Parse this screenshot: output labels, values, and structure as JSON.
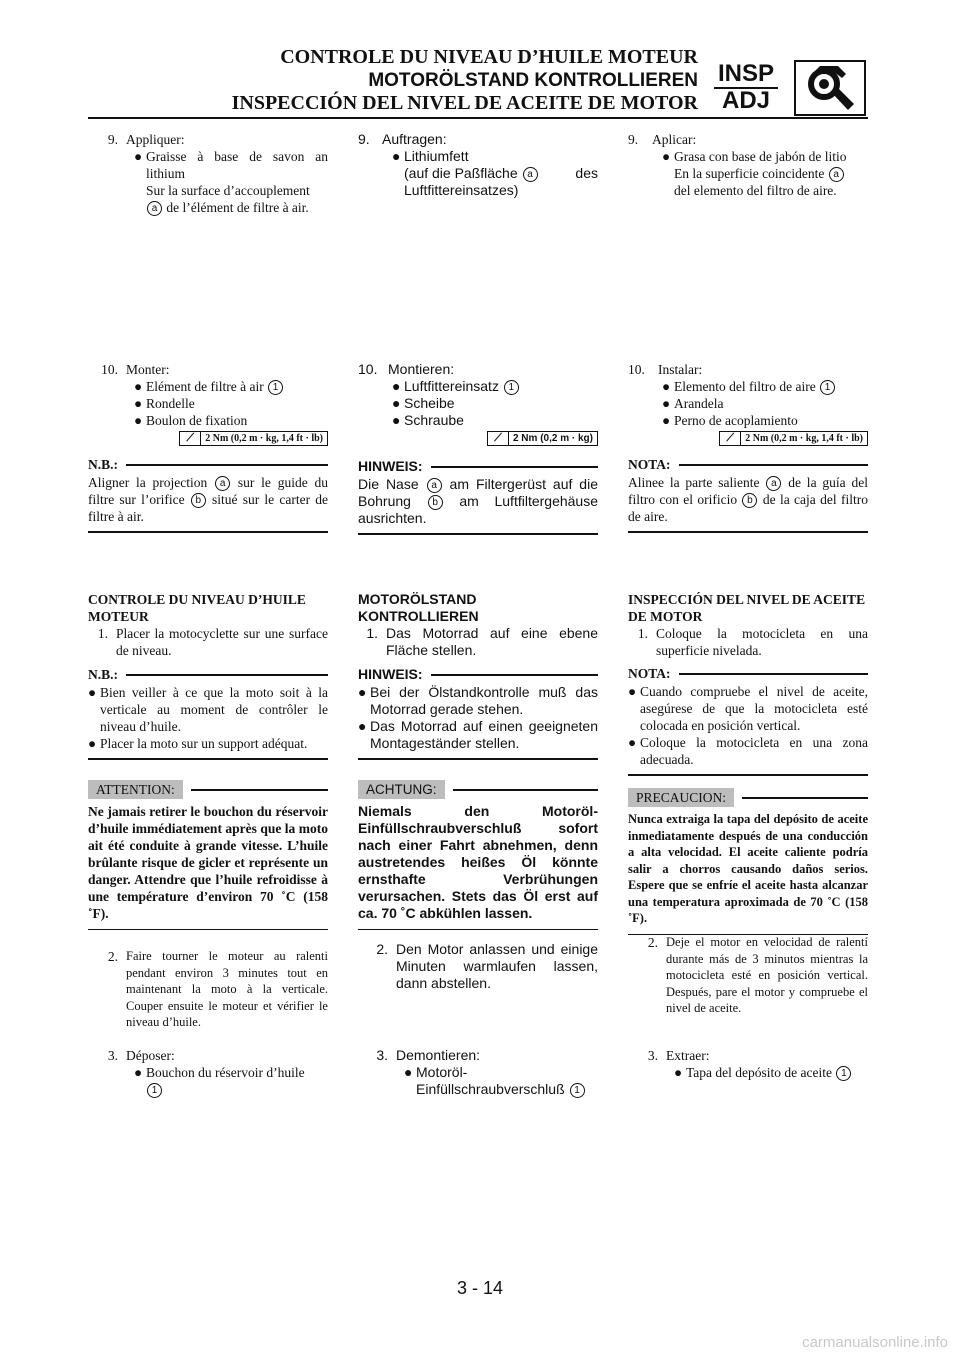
{
  "header": {
    "title_fr": "CONTROLE DU NIVEAU D’HUILE MOTEUR",
    "title_de": "MOTORÖLSTAND KONTROLLIEREN",
    "title_es": "INSPECCIÓN DEL NIVEL DE ACEITE DE MOTOR",
    "badge_top": "INSP",
    "badge_bottom": "ADJ",
    "icon": "wrench-magnifier-icon"
  },
  "fr": {
    "s9_num": "9.",
    "s9_title": "Appliquer:",
    "s9_b1": "Graisse à base de savon an lithium",
    "s9_l2a": "Sur la surface d’accouplement",
    "s9_l2b": "de l’élément de filtre à air.",
    "s10_num": "10.",
    "s10_title": "Monter:",
    "s10_b1": "Elément de filtre à air",
    "s10_b2": "Rondelle",
    "s10_b3": "Boulon de fixation",
    "torque": "2 Nm (0,2 m · kg, 1,4 ft · lb)",
    "nb_label": "N.B.:",
    "nb_a": "Aligner la projection",
    "nb_b": "sur le guide du filtre sur l’orifice",
    "nb_c": "situé sur le carter de filtre à air.",
    "sec_title": "CONTROLE DU NIVEAU D’HUILE MOTEUR",
    "s1_num": "1.",
    "s1_text": "Placer la motocyclette sur une surface de niveau.",
    "nb2_label": "N.B.:",
    "nb2_b1": "Bien veiller à ce que la moto soit à la verticale au moment de contrôler le niveau d’huile.",
    "nb2_b2": "Placer la moto sur un support adéquat.",
    "caution_label": "ATTENTION:",
    "caution_text": "Ne jamais retirer le bouchon du réservoir d’huile immédiatement après que la moto ait été conduite à grande vitesse. L’huile brûlante risque de gicler et représente un danger. Attendre que l’huile refroidisse à une température d’environ 70 ˚C (158 ˚F).",
    "s2_num": "2.",
    "s2_text": "Faire tourner le moteur au ralenti pendant environ 3 minutes tout en maintenant la moto à la verticale. Couper ensuite le moteur et vérifier le niveau d’huile.",
    "s3_num": "3.",
    "s3_title": "Déposer:",
    "s3_b1": "Bouchon du réservoir d’huile"
  },
  "de": {
    "s9_num": "9.",
    "s9_title": "Auftragen:",
    "s9_b1": "Lithiumfett",
    "s9_l2a": "(auf die Paßfläche",
    "s9_l2b": "des",
    "s9_l3": "Luftfittereinsatzes)",
    "s10_num": "10.",
    "s10_title": "Montieren:",
    "s10_b1": "Luftfittereinsatz",
    "s10_b2": "Scheibe",
    "s10_b3": "Schraube",
    "torque": "2 Nm (0,2 m · kg)",
    "nb_label": "HINWEIS:",
    "nb_a": "Die Nase",
    "nb_b": "am Filtergerüst auf die Bohrung",
    "nb_c": "am Luftfiltergehäuse ausrichten.",
    "sec_title": "MOTORÖLSTAND KONTROLLIEREN",
    "s1_num": "1.",
    "s1_text": "Das Motorrad auf eine ebene Fläche stellen.",
    "nb2_label": "HINWEIS:",
    "nb2_b1": "Bei der Ölstandkontrolle muß das Motorrad gerade stehen.",
    "nb2_b2": "Das Motorrad auf einen geeigneten Montageständer stellen.",
    "caution_label": "ACHTUNG:",
    "caution_text": "Niemals den Motoröl-Einfüllschraubverschluß sofort nach einer Fahrt abnehmen, denn austretendes heißes Öl könnte ernsthafte Verbrühungen verursachen. Stets das Öl erst auf ca. 70 ˚C abkühlen lassen.",
    "s2_num": "2.",
    "s2_text": "Den Motor anlassen und einige Minuten warmlaufen lassen, dann abstellen.",
    "s3_num": "3.",
    "s3_title": "Demontieren:",
    "s3_b1": "Motoröl-Einfüllschraubverschluß"
  },
  "es": {
    "s9_num": "9.",
    "s9_title": "Aplicar:",
    "s9_b1": "Grasa con base de jabón de litio",
    "s9_l2a": "En la superficie coincidente",
    "s9_l2b": "del elemento del filtro de aire.",
    "s10_num": "10.",
    "s10_title": "Instalar:",
    "s10_b1": "Elemento del filtro de aire",
    "s10_b2": "Arandela",
    "s10_b3": "Perno de acoplamiento",
    "torque": "2 Nm (0,2 m · kg, 1,4 ft · lb)",
    "nb_label": "NOTA:",
    "nb_a": "Alinee la parte saliente",
    "nb_b": "de la guía del filtro con el orificio",
    "nb_c": "de la caja del filtro de aire.",
    "sec_title": "INSPECCIÓN DEL NIVEL DE ACEITE DE MOTOR",
    "s1_num": "1.",
    "s1_text": "Coloque la motocicleta en una superficie nivelada.",
    "nb2_label": "NOTA:",
    "nb2_b1": "Cuando compruebe el nivel de aceite, asegúrese de que la motocicleta esté colocada en posición vertical.",
    "nb2_b2": "Coloque la motocicleta en una zona adecuada.",
    "caution_label": "PRECAUCION:",
    "caution_text": "Nunca extraiga la tapa del depósito de aceite inmediatamente después de una conducción a alta velocidad. El aceite caliente podría salir a chorros causando daños serios. Espere que se enfríe el aceite hasta alcanzar una temperatura aproximada de 70 ˚C (158 ˚F).",
    "s2_num": "2.",
    "s2_text": "Deje el motor en velocidad de ralentí durante más de 3 minutos mientras la motocicleta esté en posición vertical. Después, pare el motor y compruebe el nivel de aceite.",
    "s3_num": "3.",
    "s3_title": "Extraer:",
    "s3_b1": "Tapa del depósito de aceite"
  },
  "marks": {
    "a": "a",
    "b": "b",
    "one": "1",
    "bullet": "●",
    "torque_icon": "torque-wrench-icon"
  },
  "footer": {
    "page_number": "3 - 14",
    "watermark": "carmanualsonline.info"
  }
}
